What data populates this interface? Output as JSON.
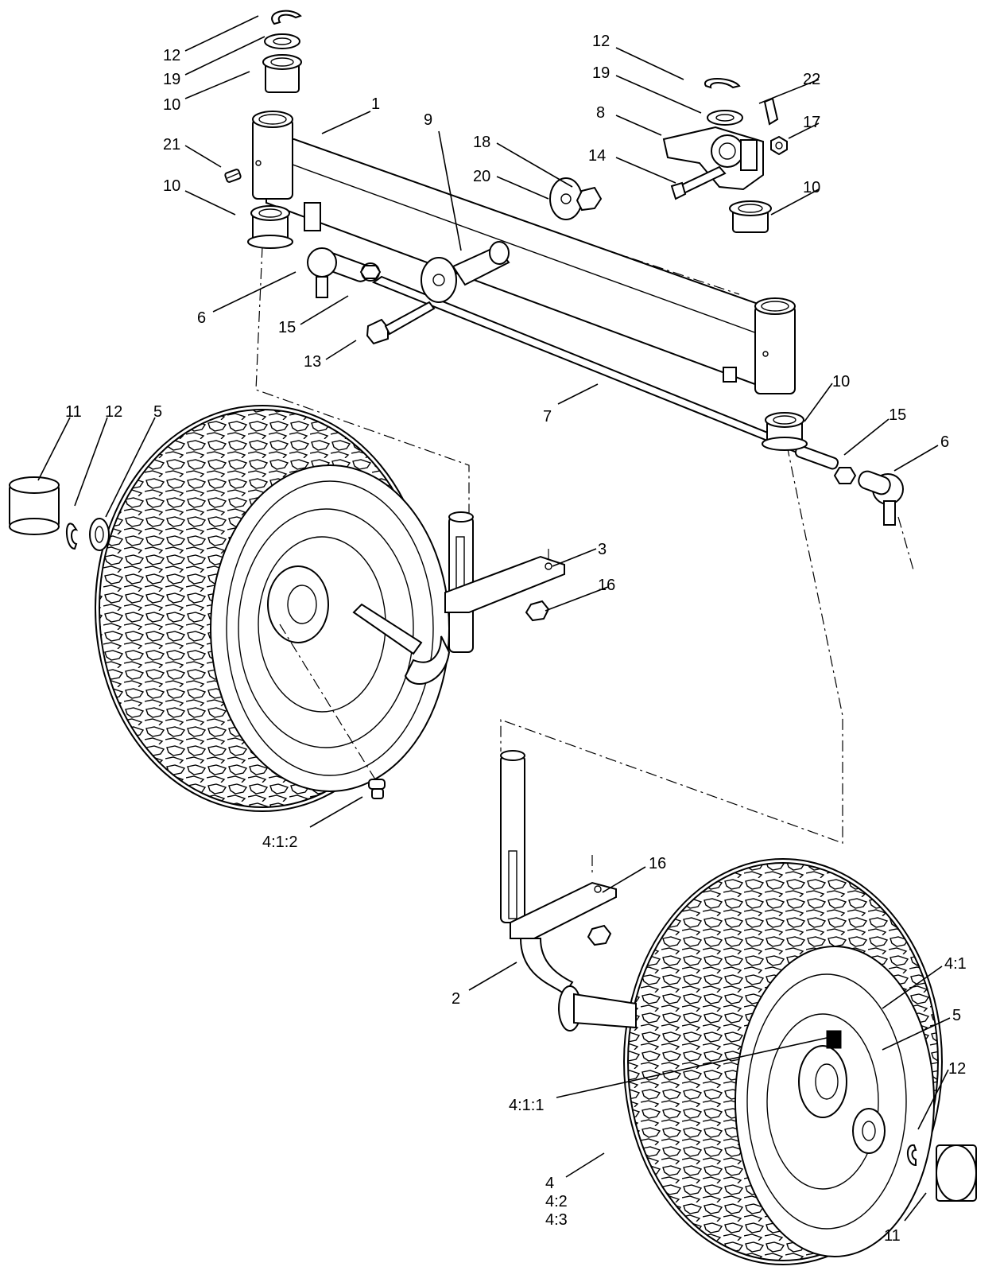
{
  "diagram": {
    "callouts": [
      {
        "id": "c-12-top",
        "label": "12"
      },
      {
        "id": "c-19-top",
        "label": "19"
      },
      {
        "id": "c-10-top",
        "label": "10"
      },
      {
        "id": "c-1",
        "label": "1"
      },
      {
        "id": "c-21",
        "label": "21"
      },
      {
        "id": "c-10-left",
        "label": "10"
      },
      {
        "id": "c-9",
        "label": "9"
      },
      {
        "id": "c-18",
        "label": "18"
      },
      {
        "id": "c-20",
        "label": "20"
      },
      {
        "id": "c-12-right",
        "label": "12"
      },
      {
        "id": "c-19-right",
        "label": "19"
      },
      {
        "id": "c-22",
        "label": "22"
      },
      {
        "id": "c-8",
        "label": "8"
      },
      {
        "id": "c-17",
        "label": "17"
      },
      {
        "id": "c-14",
        "label": "14"
      },
      {
        "id": "c-10-right",
        "label": "10"
      },
      {
        "id": "c-6-left",
        "label": "6"
      },
      {
        "id": "c-15-left",
        "label": "15"
      },
      {
        "id": "c-13",
        "label": "13"
      },
      {
        "id": "c-7",
        "label": "7"
      },
      {
        "id": "c-10-mid",
        "label": "10"
      },
      {
        "id": "c-15-right",
        "label": "15"
      },
      {
        "id": "c-6-right",
        "label": "6"
      },
      {
        "id": "c-11-left",
        "label": "11"
      },
      {
        "id": "c-12-left",
        "label": "12"
      },
      {
        "id": "c-5-left",
        "label": "5"
      },
      {
        "id": "c-3",
        "label": "3"
      },
      {
        "id": "c-16-top",
        "label": "16"
      },
      {
        "id": "c-4-1-2",
        "label": "4:1:2"
      },
      {
        "id": "c-16-bottom",
        "label": "16"
      },
      {
        "id": "c-2",
        "label": "2"
      },
      {
        "id": "c-4-1",
        "label": "4:1"
      },
      {
        "id": "c-5-right",
        "label": "5"
      },
      {
        "id": "c-12-bottom",
        "label": "12"
      },
      {
        "id": "c-4-1-1",
        "label": "4:1:1"
      },
      {
        "id": "c-4",
        "label": "4"
      },
      {
        "id": "c-4-2",
        "label": "4:2"
      },
      {
        "id": "c-4-3",
        "label": "4:3"
      },
      {
        "id": "c-11-bottom",
        "label": "11"
      }
    ]
  }
}
